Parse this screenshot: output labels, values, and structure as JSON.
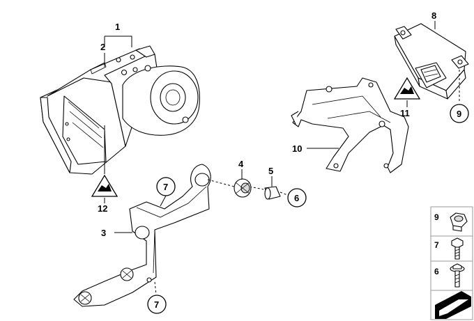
{
  "callouts": {
    "c1": "1",
    "c2": "2",
    "c3": "3",
    "c4": "4",
    "c5": "5",
    "c6": "6",
    "c7a": "7",
    "c7b": "7",
    "c8": "8",
    "c9": "9",
    "c10": "10",
    "c11": "11",
    "c12": "12"
  },
  "legend": {
    "items": [
      {
        "num": "9",
        "icon": "nut-icon"
      },
      {
        "num": "7",
        "icon": "bolt-icon"
      },
      {
        "num": "6",
        "icon": "collar-bolt-icon"
      }
    ],
    "footer_icon": "direction-arrow-icon"
  }
}
